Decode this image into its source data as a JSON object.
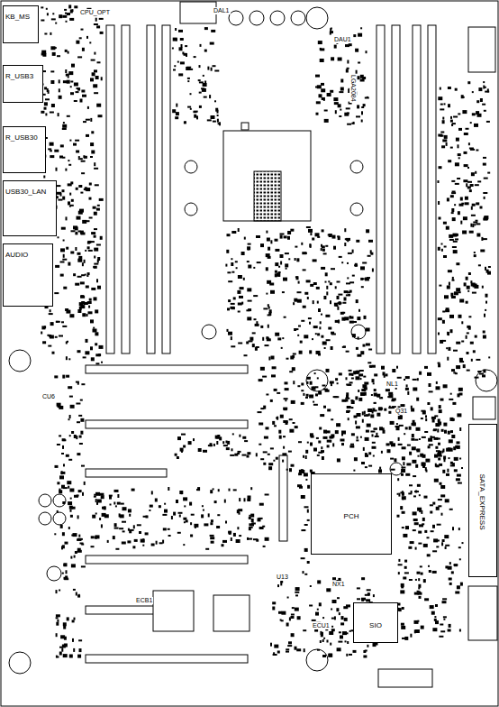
{
  "diagram": {
    "nodes": [
      {
        "text": [
          "KB_MS"
        ]
      },
      {
        "text": [
          "R_USB3"
        ]
      },
      {
        "text": [
          "R_USB30"
        ]
      },
      {
        "text": [
          "USB30_LAN"
        ]
      },
      {
        "text": [
          "AUDIO"
        ]
      },
      {
        "text": [
          "PCH"
        ]
      },
      {
        "text": [
          "SIO"
        ]
      },
      {
        "text": [
          "SATA_EXPRESS"
        ]
      }
    ],
    "edges": [],
    "labels": [
      "CPU_OPT",
      "DAL1",
      "DAU1",
      "LGA2084",
      "CU6",
      "NX1",
      "NL1",
      "ECU1",
      "ECB1",
      "Q31",
      "U13"
    ]
  }
}
